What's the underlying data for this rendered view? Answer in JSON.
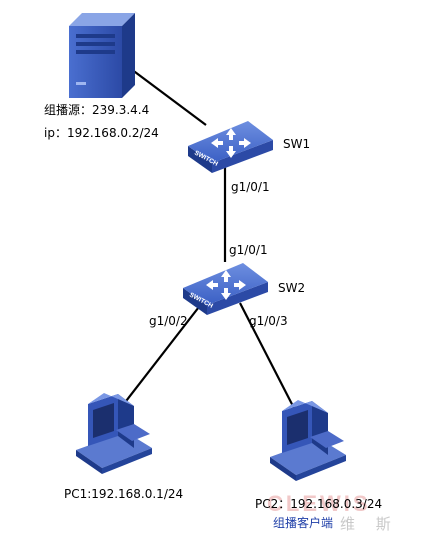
{
  "source": {
    "group_label": "组播源：239.3.4.4",
    "ip_label": "ip：192.168.0.2/24"
  },
  "sw1": {
    "name": "SW1",
    "switch_text": "SWITCH",
    "port_down": "g1/0/1"
  },
  "sw2": {
    "name": "SW2",
    "switch_text": "SWITCH",
    "port_up": "g1/0/1",
    "port_left": "g1/0/2",
    "port_right": "g1/0/3"
  },
  "pc1": {
    "label": "PC1:192.168.0.1/24"
  },
  "pc2": {
    "label": "PC2：192.168.0.3/24",
    "role_label": "组播客户端"
  },
  "watermark": {
    "brand": "CLEWIS",
    "sub": "维 斯"
  },
  "colors": {
    "device_blue": "#2f55b5",
    "link": "#000000",
    "role_label": "#1f3fa8"
  }
}
